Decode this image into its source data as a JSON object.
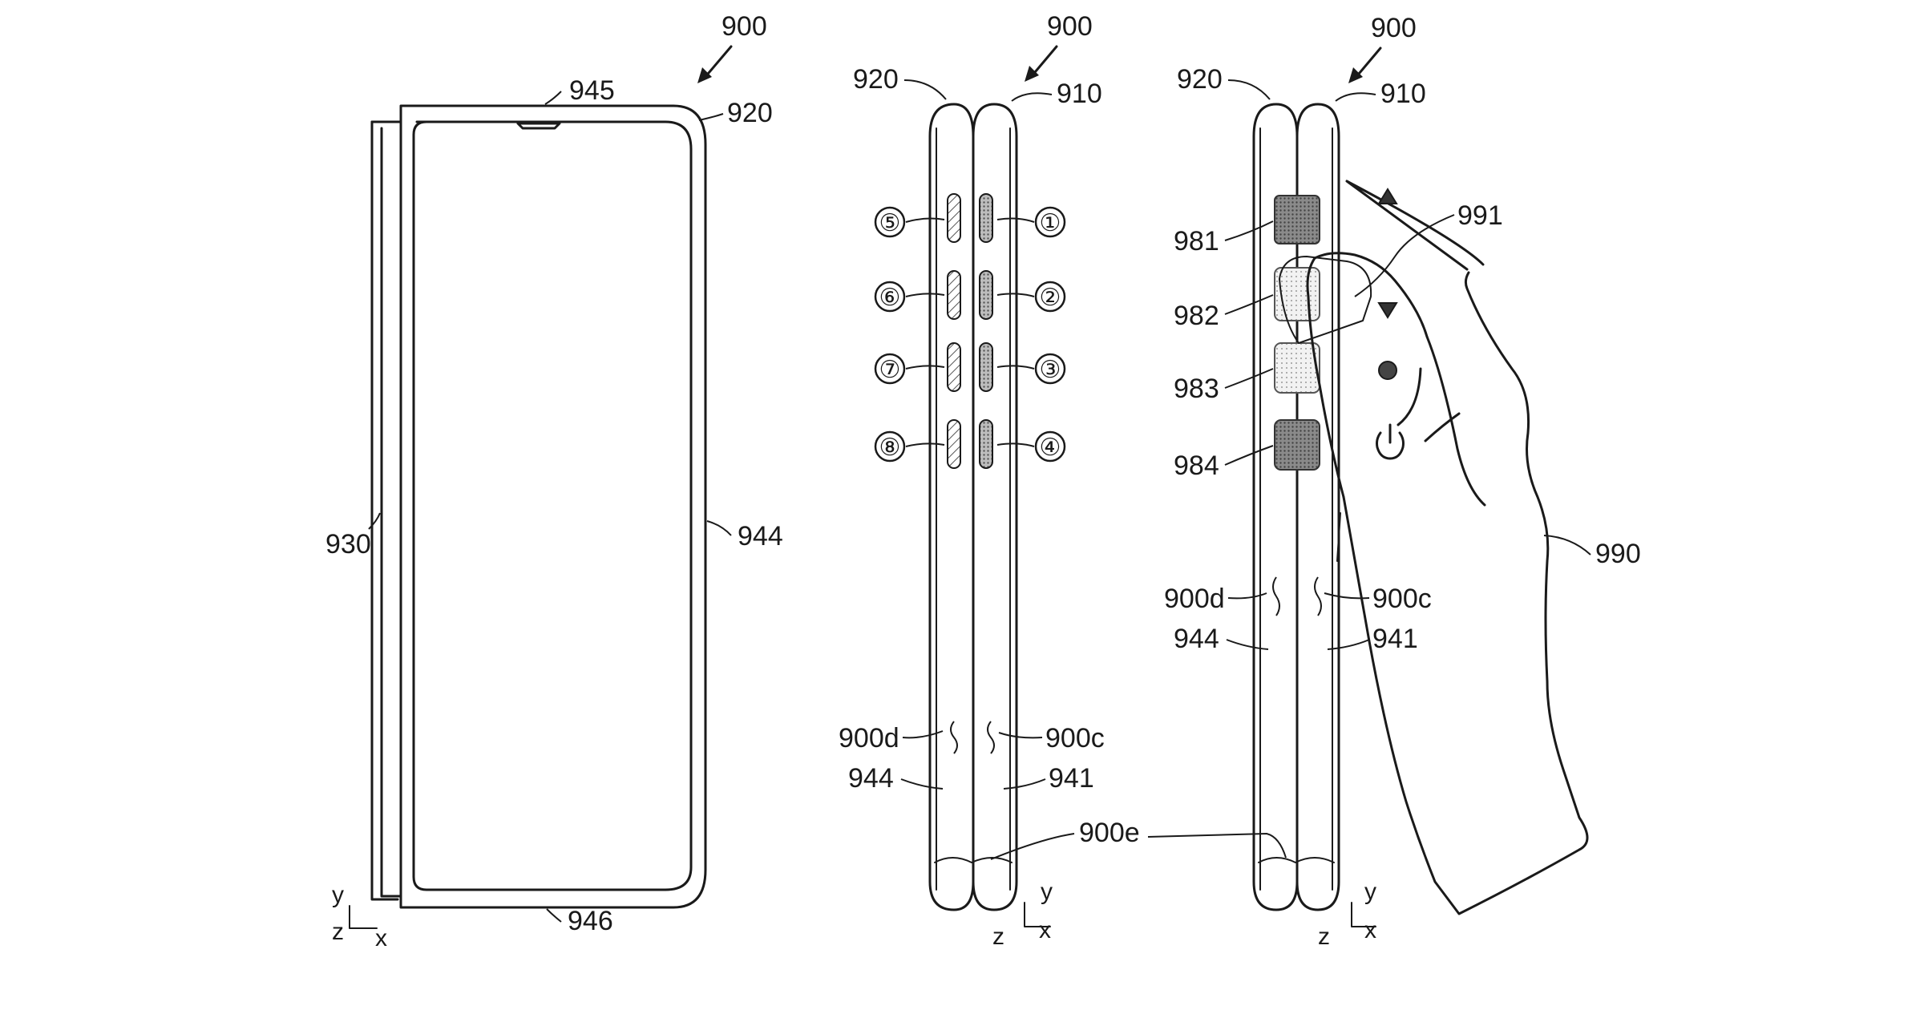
{
  "figure": {
    "views": {
      "front": {
        "device_ref": "900",
        "labels": {
          "top_notch": "945",
          "housing": "920",
          "left_edge": "930",
          "right_edge": "944",
          "bottom_edge": "946"
        },
        "axes": {
          "y": "y",
          "z": "z",
          "x": "x"
        }
      },
      "side": {
        "device_ref": "900",
        "labels": {
          "left_housing": "920",
          "right_housing": "910",
          "left_side": "900d",
          "right_side": "900c",
          "left_surface": "944",
          "right_surface": "941",
          "hinge": "900e"
        },
        "numbered_areas": [
          "①",
          "②",
          "③",
          "④",
          "⑤",
          "⑥",
          "⑦",
          "⑧"
        ],
        "axes": {
          "y": "y",
          "z": "z",
          "x": "x"
        }
      },
      "hand": {
        "device_ref": "900",
        "labels": {
          "left_housing": "920",
          "right_housing": "910",
          "touch_area": "991",
          "key_1": "981",
          "key_2": "982",
          "key_3": "983",
          "key_4": "984",
          "left_side": "900d",
          "right_side": "900c",
          "left_surface": "944",
          "right_surface": "941",
          "hand": "990"
        },
        "icons": [
          "volume-up-triangle",
          "volume-down-triangle",
          "dot",
          "power"
        ],
        "axes": {
          "y": "y",
          "z": "z",
          "x": "x"
        }
      }
    }
  }
}
